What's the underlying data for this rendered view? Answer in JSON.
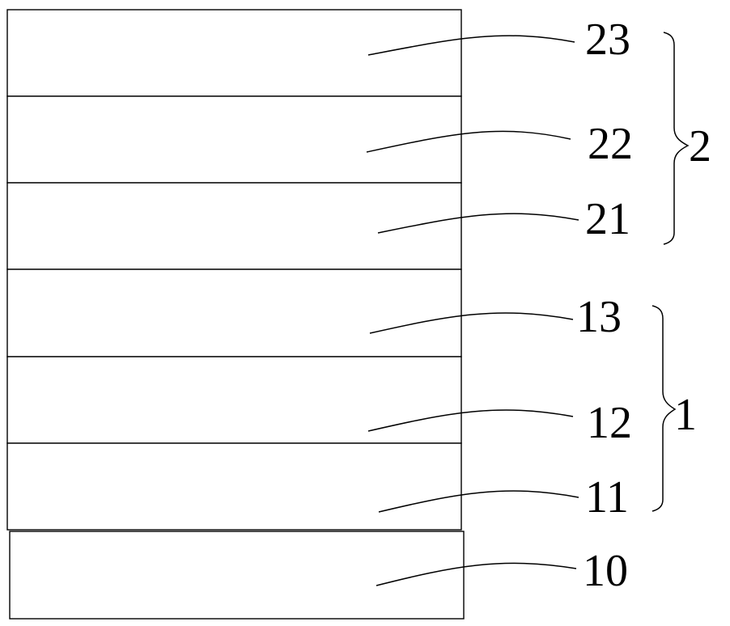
{
  "layers": [
    {
      "id": "23",
      "label": "23"
    },
    {
      "id": "22",
      "label": "22"
    },
    {
      "id": "21",
      "label": "21"
    },
    {
      "id": "13",
      "label": "13"
    },
    {
      "id": "12",
      "label": "12"
    },
    {
      "id": "11",
      "label": "11"
    },
    {
      "id": "10",
      "label": "10"
    }
  ],
  "groups": [
    {
      "label": "2",
      "members": [
        "23",
        "22",
        "21"
      ]
    },
    {
      "label": "1",
      "members": [
        "13",
        "12",
        "11"
      ]
    }
  ],
  "colors": {
    "stroke": "#000000",
    "background": "#ffffff"
  }
}
